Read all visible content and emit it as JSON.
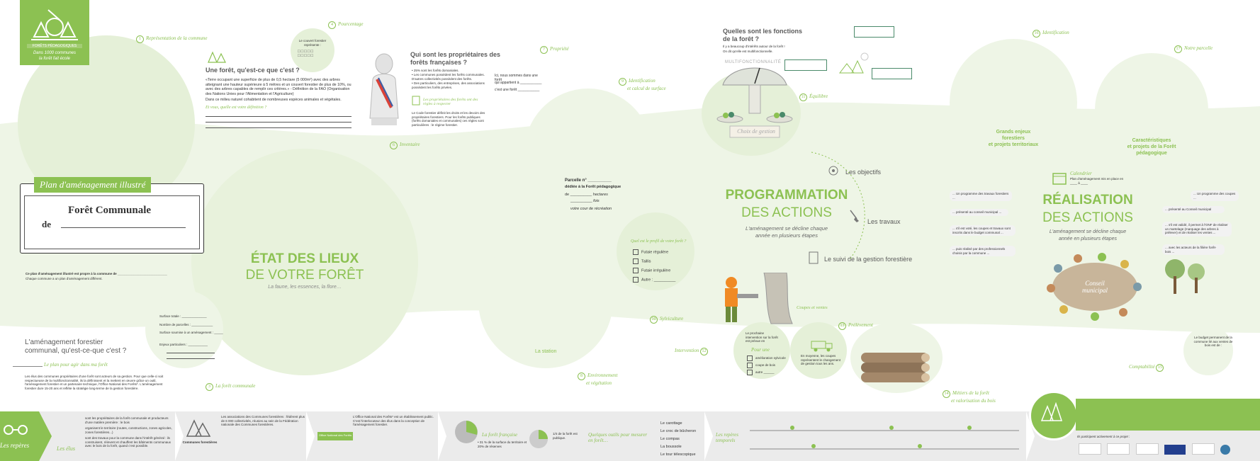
{
  "logo": {
    "name": "FORÊTS PÉDAGOGIQUES",
    "tagline_1": "Dans 1000 communes",
    "tagline_2": "la forêt fait école"
  },
  "labels": {
    "l1": "Représentation de la commune",
    "l3": "La forêt communale",
    "l4": "Pourcentage",
    "l6": "Inventaire",
    "l7": "Propriété",
    "l8a": "Environnement",
    "l8b": "et végétation",
    "l9a": "Identification",
    "l9b": "et calcul de surface",
    "l10": "Sylviculture",
    "l11": "Équilibre",
    "l12": "Intervention",
    "l13": "Prélèvement",
    "l14a": "Métiers de la forêt",
    "l14b": "et valorisation du bois",
    "l15": "Comptabilité",
    "l16": "Identification",
    "l17": "Notre parcelle"
  },
  "definition": {
    "title": "Une forêt, qu'est-ce que c'est ?",
    "text": "«Terre occupant une superficie de plus de 0,5 hectare (5 000m²) avec des arbres atteignant une hauteur supérieure à 5 mètres et un couvert forestier de plus de 10%, ou avec des arbres capables de remplir ces critères.» - Définition de la FAO (Organisation des Nations Unies pour l'Alimentation et l'Agriculture)",
    "text2": "Dans ce milieu naturel cohabitent de nombreuses espèces animales et végétales.",
    "question": "Et vous, quelle est votre définition ?"
  },
  "couvert": {
    "text": "Le couvert forestier représente :"
  },
  "proprietaires": {
    "title": "Qui sont les propriétaires des forêts françaises ?",
    "b1": "• 25% sont les forêts domaniales.",
    "b2": "• Les communes possèdent les forêts communales. D'autres collectivités possèdent des forêts.",
    "b3": "• Des particuliers, des entreprises, des associations possèdent les forêts privées.",
    "note": "Les propriétaires des forêts ont des règles à respecter",
    "code": "Le Code forestier définit les droits et les devoirs des propriétaires forestiers. Pour les forêts publiques (forêts domaniales et communales) ces règles sont particulières : le régime forestier."
  },
  "propriete": {
    "l1": "Ici, nous sommes dans une forêt",
    "l2": "qui appartient à",
    "l3": "c'est une forêt"
  },
  "plan": {
    "banner": "Plan d'aménagement illustré",
    "title": "Forêt Communale",
    "de": "de",
    "note1": "Ce plan d'aménagement illustré est propre à la commune de",
    "note2": "Chaque commune a un plan d'aménagement différent."
  },
  "etat": {
    "line1": "ÉTAT DES LIEUX",
    "line2": "DE VOTRE FORÊT",
    "sub": "La faune, les essences, la flore…"
  },
  "surface": {
    "f1": "Surface totale :",
    "f2": "Nombre de parcelles :",
    "f3": "Surface soumise à un aménagement :",
    "f4": "Enjeux particuliers :"
  },
  "amenagement": {
    "title1": "L'aménagement forestier",
    "title2": "communal, qu'est-ce-que c'est ?",
    "sub": "Le plan pour agir dans ma forêt",
    "text": "Les élus des communes propriétaires d'une forêt sont acteurs de sa gestion. Pour que celle-ci soit respectueuse de la multifonctionnalité, ils la définissent et la mettent en œuvre grâce un outil, l'aménagement forestier et un partenaire technique, l'Office National des Forêts*. L'aménagement forestier dure 15-20 ans et reflète la stratégie long-terme de la gestion forestière."
  },
  "parcelle": {
    "l1": "Parcelle n°",
    "l2": "dédiée à la Forêt pédagogique",
    "l3": "de",
    "l4": "hectares",
    "l5": "fois",
    "l6": "votre cour de récréation"
  },
  "station": "La station",
  "profil": {
    "title": "Quel est le profil de votre forêt ?",
    "o1": "Futaie régulière",
    "o2": "Taillis",
    "o3": "Futaie irrégulière",
    "o4": "Autre :"
  },
  "fonctions": {
    "title1": "Quelles sont les fonctions",
    "title2": "de la forêt ?",
    "t1": "Il y a beaucoup d'intérêts autour de la forêt !",
    "t2": "On dit qu'elle est multifonctionnelle.",
    "scale": "MULTIFONCTIONNALITÉ",
    "choix": "Choix de gestion"
  },
  "programmation": {
    "line1": "PROGRAMMATION",
    "line2": "DES ACTIONS",
    "sub1": "L'aménagement se décline chaque",
    "sub2": "année en plusieurs étapes",
    "objectifs": "Les objectifs",
    "travaux": "Les travaux",
    "suivi": "Le suivi de la gestion forestière",
    "coupes": "Coupes et ventes"
  },
  "prelevement": {
    "p1": "Le prochaine intervention sur la forêt est prévue en",
    "pour_une": "Pour une",
    "c1": "amélioration sylvicole",
    "c2": "coupe de bois",
    "c3": "autre",
    "q": "En moyenne, les coupes représentent le changement de gestion tous les ans."
  },
  "identification": {
    "text1": "Grands enjeux",
    "text2": "forestiers",
    "text3": "et projets territoriaux"
  },
  "notre_parcelle": {
    "text1": "Caractéristiques",
    "text2": "et projets de la Forêt",
    "text3": "pédagogique"
  },
  "realisation": {
    "line1": "RÉALISATION",
    "line2": "DES ACTIONS",
    "sub1": "L'aménagement se décline chaque",
    "sub2": "année en plusieurs étapes",
    "calendrier": "Calendrier",
    "cal_text": "Plan d'aménagement mis en place en",
    "b1": "... Un programme des travaux forestiers ...",
    "b2": "... présenté au conseil municipal ...",
    "b3": "... s'il est voté, les coupes et travaux sont inscrits dans le budget communal ...",
    "b4": "... puis réalisé par des professionnels choisis par la commune ...",
    "c1": "... Un programme des coupes ...",
    "c2": "... présenté au Conseil municipal",
    "c3": "... s'il est validé, il permet à l'ONF de réaliser un martelage (marquage des arbres à prélever) et de réaliser les ventes ...",
    "c4": "... avec les acteurs de la filière forêt-bois ...",
    "conseil1": "Conseil",
    "conseil2": "municipal",
    "budget": "Le budget permanent de la commune lié aux ventes de bois est de :"
  },
  "bottom": {
    "reperes": "Les repères",
    "elus": "Les élus",
    "elus_b1": "sont les propriétaires de la forêt communale et producteurs d'une matière première : le bois",
    "elus_b2": "organisent le territoire (routes, constructions, zones agricoles, zones forestières...)",
    "elus_b3": "sont des travaux pour la commune dans l'intérêt général : ils construisent, réinvent et chauffent les bâtiments communaux avec le bois de la forêt, quand c'est possible.",
    "cofor_name": "Communes forestières",
    "cofor": "Les associations des Communes forestières : fédèrent plus de 6 000 collectivités, réunies au sein de la Fédération nationale des Communes forestières.",
    "onf_name": "Office National des Forêts",
    "onf": "L'Office National des Forêts* est un établissement public. C'est l'interlocuteur des élus dans la conception de l'aménagement forestier.",
    "france": "La forêt française",
    "france_v": "• 31 % de la surface du territoire et 20% de réserves",
    "pub": "1/4 de la forêt est publique.",
    "outils": "Quelques outils pour mesurer en forêt…",
    "tools": [
      "Le carottage",
      "Le croc de bûcheron",
      "Le compas",
      "La boussole",
      "Le tour télescopique"
    ],
    "temporels": "Les repères temporels",
    "partners": "Ils participent activement à ce projet :"
  },
  "colors": {
    "accent": "#8cc152",
    "pale": "#e5f0d8",
    "grey": "#ebebeb"
  }
}
